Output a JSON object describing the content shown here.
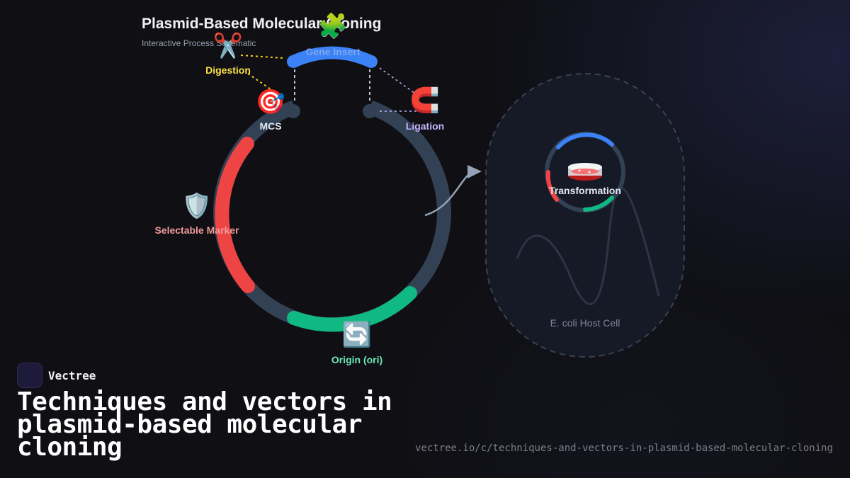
{
  "header": {
    "title": "Plasmid-Based Molecular Cloning",
    "subtitle": "Interactive Process Schematic"
  },
  "plasmid": {
    "labels": {
      "gene_insert": "Gene Insert",
      "digestion": "Digestion",
      "mcs": "MCS",
      "ligation": "Ligation",
      "selectable_marker": "Selectable Marker",
      "origin": "Origin (ori)"
    },
    "icons": {
      "gene_insert": "puzzle-piece-icon",
      "digestion": "scissors-icon",
      "mcs": "target-icon",
      "ligation": "magnet-icon",
      "selectable_marker": "shield-icon",
      "origin": "cycle-arrows-icon"
    },
    "colors": {
      "backbone": "#334155",
      "insert": "#3b82f6",
      "marker": "#ef4444",
      "origin": "#10b981",
      "digestion": "#facc15",
      "ligation": "#c4b5fd"
    }
  },
  "host_cell": {
    "label": "E. coli Host Cell",
    "transformation_label": "Transformation",
    "transformation_icon": "petri-dish-icon"
  },
  "footer": {
    "brand": "Vectree",
    "headline": "Techniques and vectors in plasmid-based molecular cloning",
    "url": "vectree.io/c/techniques-and-vectors-in-plasmid-based-molecular-cloning"
  }
}
